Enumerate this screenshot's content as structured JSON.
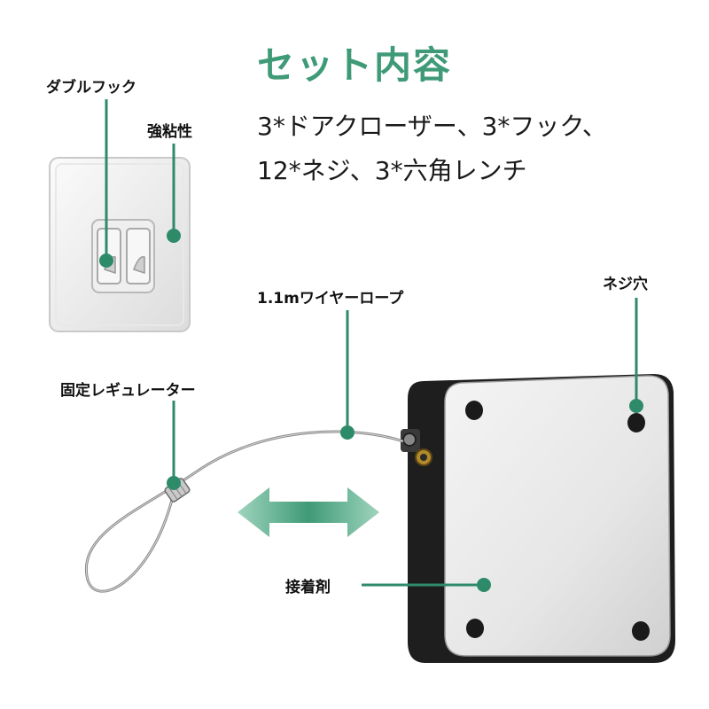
{
  "title": "セット内容",
  "contents": {
    "line1": "3*ドアクローザー、3*フック、",
    "line2": "12*ネジ、3*六角レンチ"
  },
  "labels": {
    "double_hook": "ダブルフック",
    "strong_adhesive": "強粘性",
    "wire_rope": "1.1mワイヤーロープ",
    "screw_hole": "ネジ穴",
    "fixed_regulator": "固定レギュレーター",
    "adhesive": "接着剤"
  },
  "colors": {
    "accent": "#3f9a78",
    "callout": "#2e8b6a",
    "device_body": "#1f1f1f",
    "device_face": "#ececec"
  }
}
